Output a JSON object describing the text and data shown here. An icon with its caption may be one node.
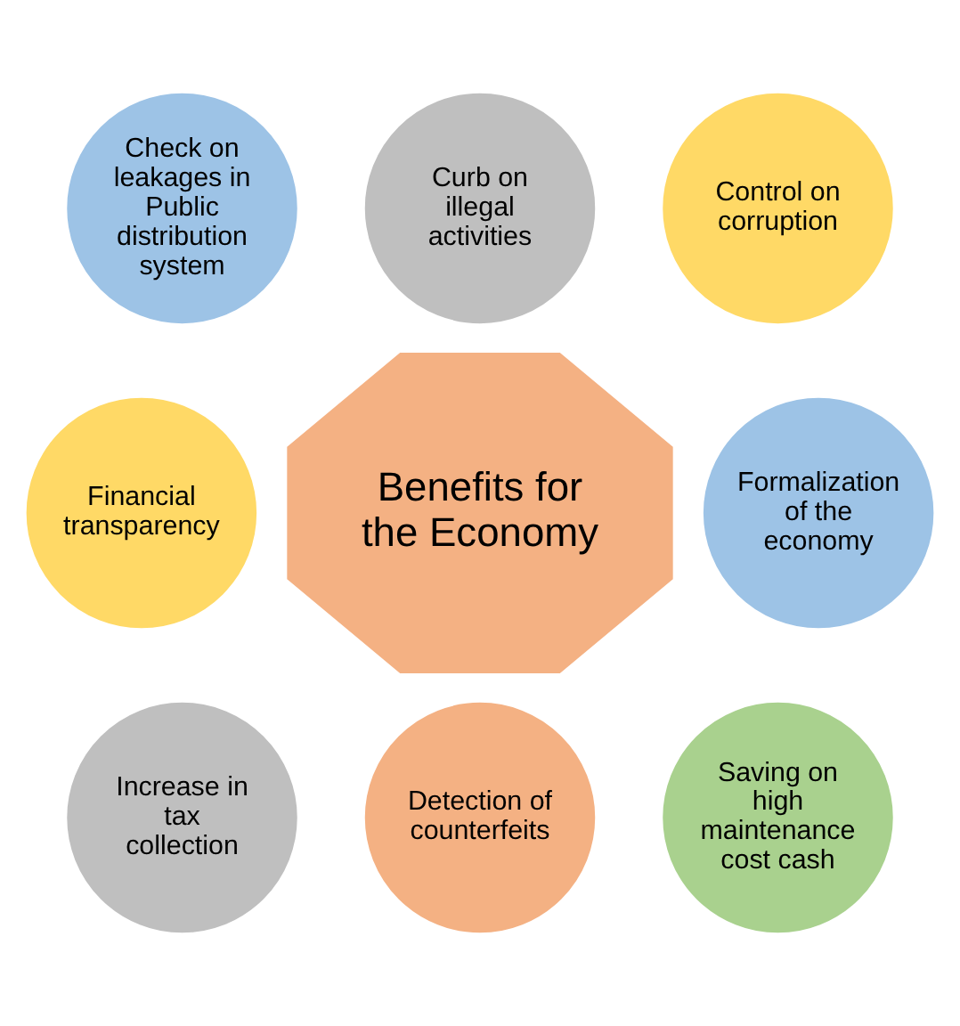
{
  "diagram": {
    "nodes": [
      {
        "text": [
          "Benefits for the Economy"
        ]
      },
      {
        "text": [
          "Curb on illegal activities"
        ]
      },
      {
        "text": [
          "Control on corruption"
        ]
      },
      {
        "text": [
          "Formalization of the economy"
        ]
      },
      {
        "text": [
          "Saving on high maintenance cost cash"
        ]
      },
      {
        "text": [
          "Detection of counterfeits"
        ]
      },
      {
        "text": [
          "Increase in tax collection"
        ]
      },
      {
        "text": [
          "Financial transparency"
        ]
      },
      {
        "text": [
          "Check on leakages in Public distribution system"
        ]
      }
    ],
    "edges": []
  }
}
